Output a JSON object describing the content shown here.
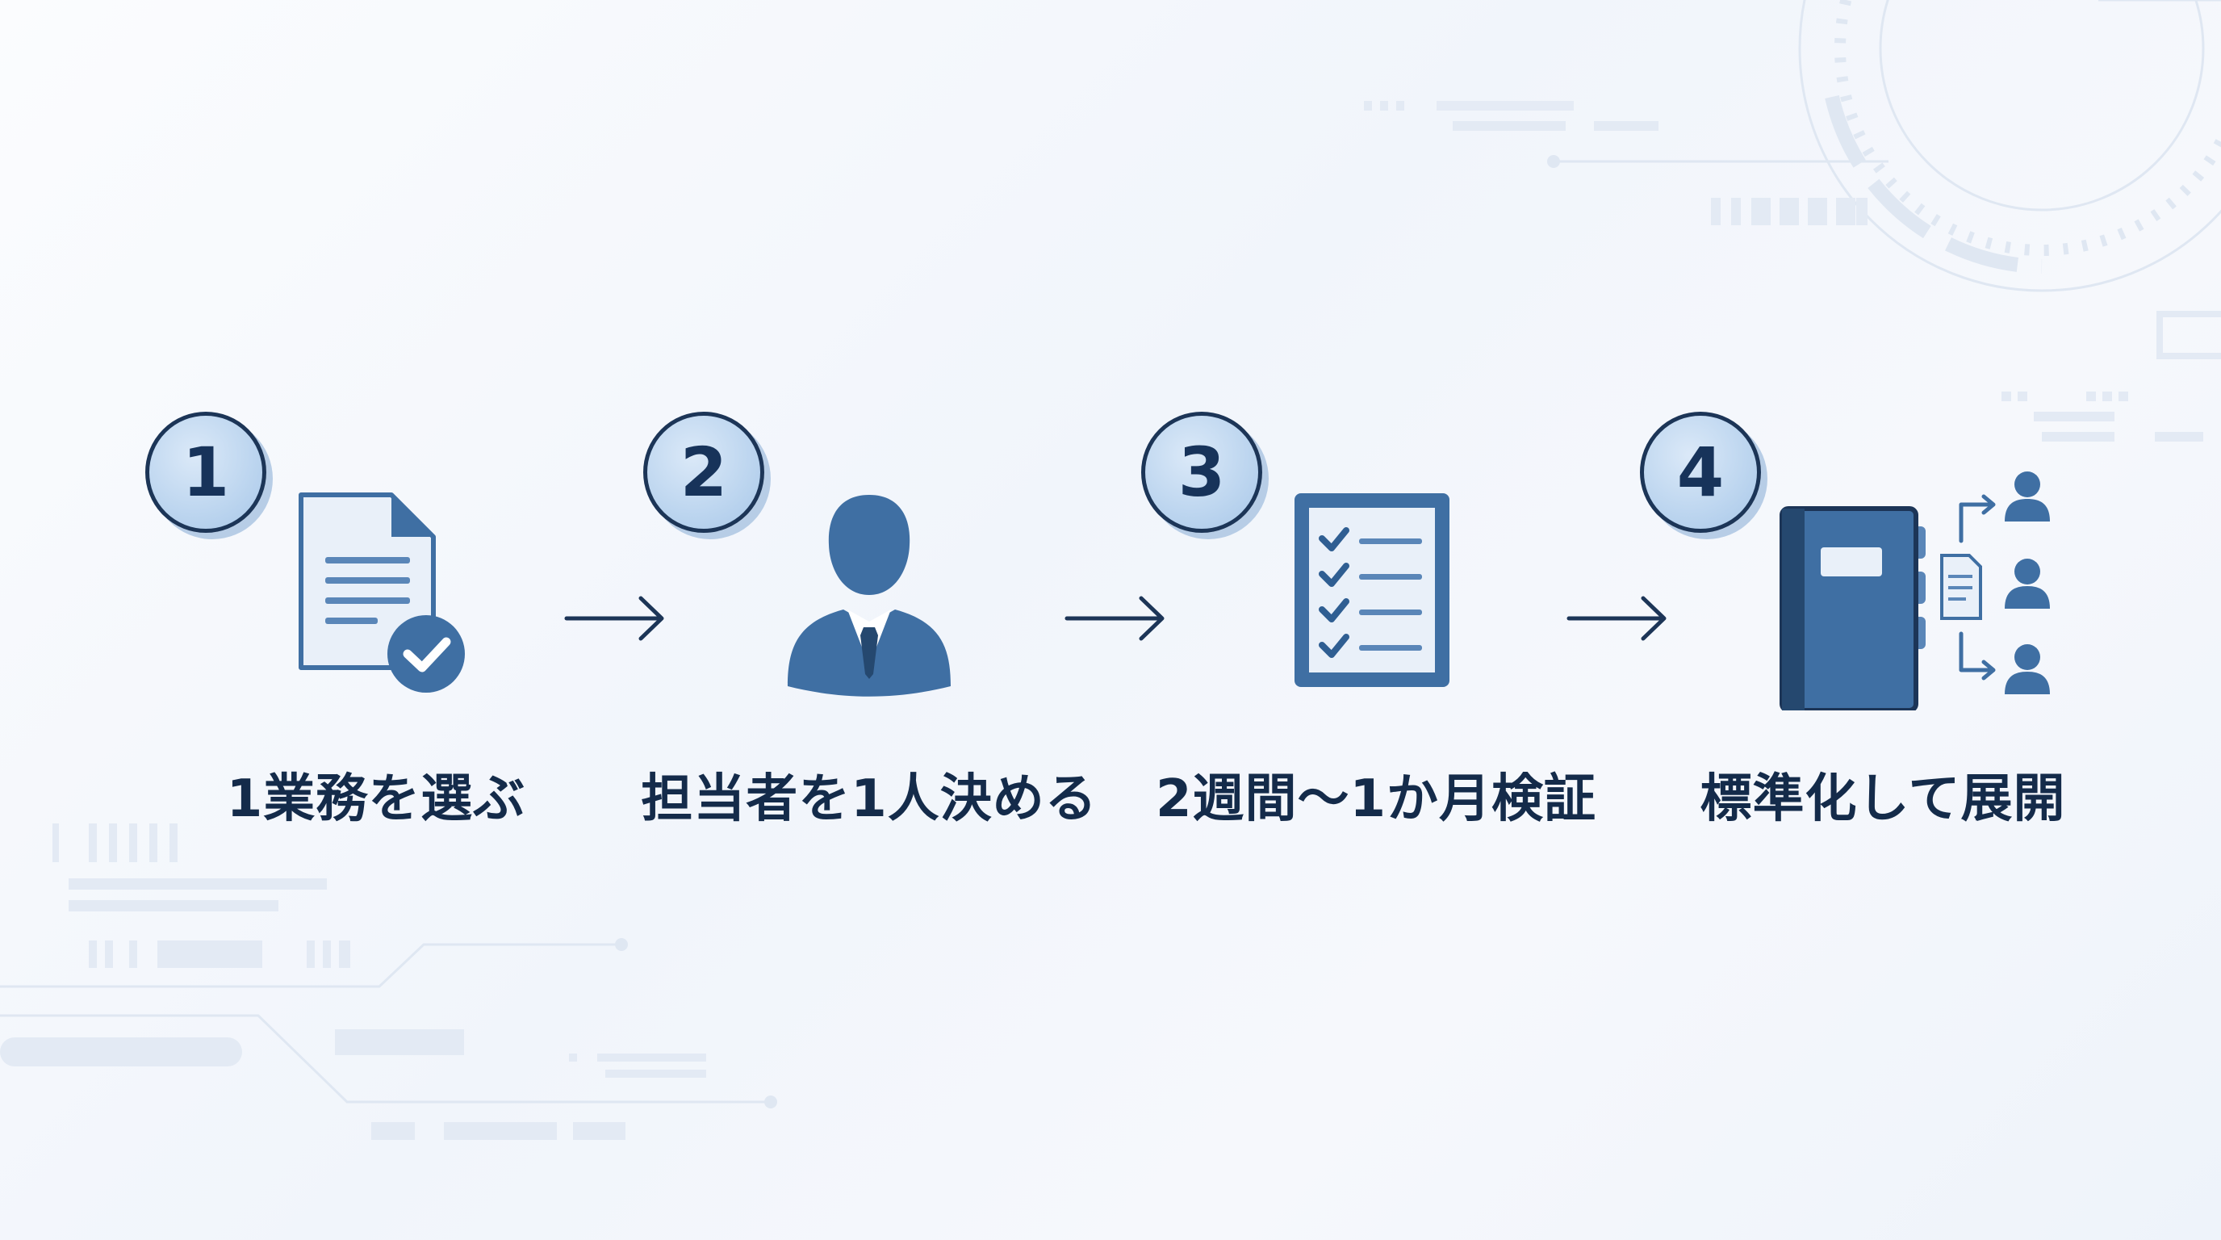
{
  "steps": [
    {
      "number": "1",
      "label": "1業務を選ぶ",
      "icon": "document-check-icon"
    },
    {
      "number": "2",
      "label": "担当者を1人決める",
      "icon": "business-person-icon"
    },
    {
      "number": "3",
      "label": "2週間〜1か月検証",
      "icon": "checklist-icon"
    },
    {
      "number": "4",
      "label": "標準化して展開",
      "icon": "manual-distribution-icon"
    }
  ],
  "colors": {
    "text": "#142b4a",
    "icon_primary": "#3f6fa3",
    "icon_light": "#e9f0f9",
    "badge_fill": "#bcd5ef",
    "badge_border": "#1c3557",
    "arrow": "#1c3557"
  }
}
